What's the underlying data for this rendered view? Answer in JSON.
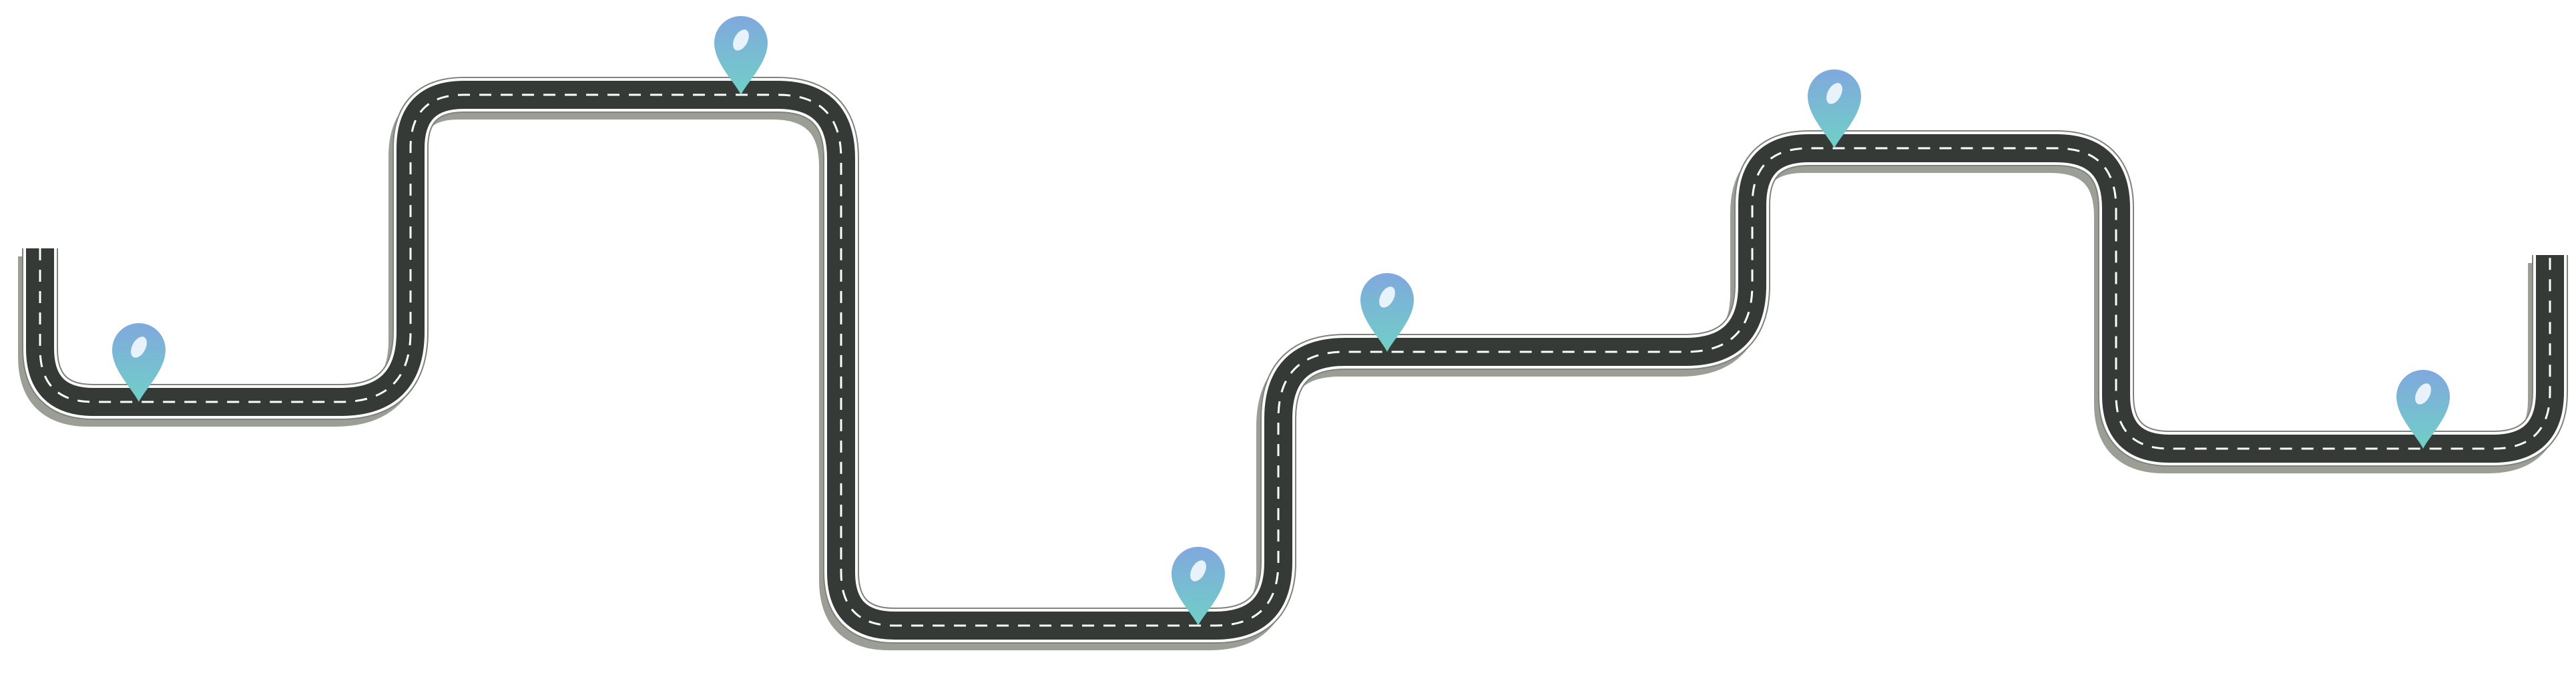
{
  "diagram": {
    "kind": "road-map-timeline",
    "marker_count": 6,
    "markers": [
      {
        "id": "marker-1",
        "icon": "map-pin-icon"
      },
      {
        "id": "marker-2",
        "icon": "map-pin-icon"
      },
      {
        "id": "marker-3",
        "icon": "map-pin-icon"
      },
      {
        "id": "marker-4",
        "icon": "map-pin-icon"
      },
      {
        "id": "marker-5",
        "icon": "map-pin-icon"
      },
      {
        "id": "marker-6",
        "icon": "map-pin-icon"
      }
    ],
    "colors": {
      "asphalt": "#363a37",
      "road_edge": "#ffffff",
      "road_outline": "#7e837d",
      "lane_dash": "#ffffff",
      "shadow": "#8f9389",
      "pin_top": "#80a8de",
      "pin_bottom": "#70d0c6",
      "pin_hole": "#e8f2fb"
    }
  }
}
